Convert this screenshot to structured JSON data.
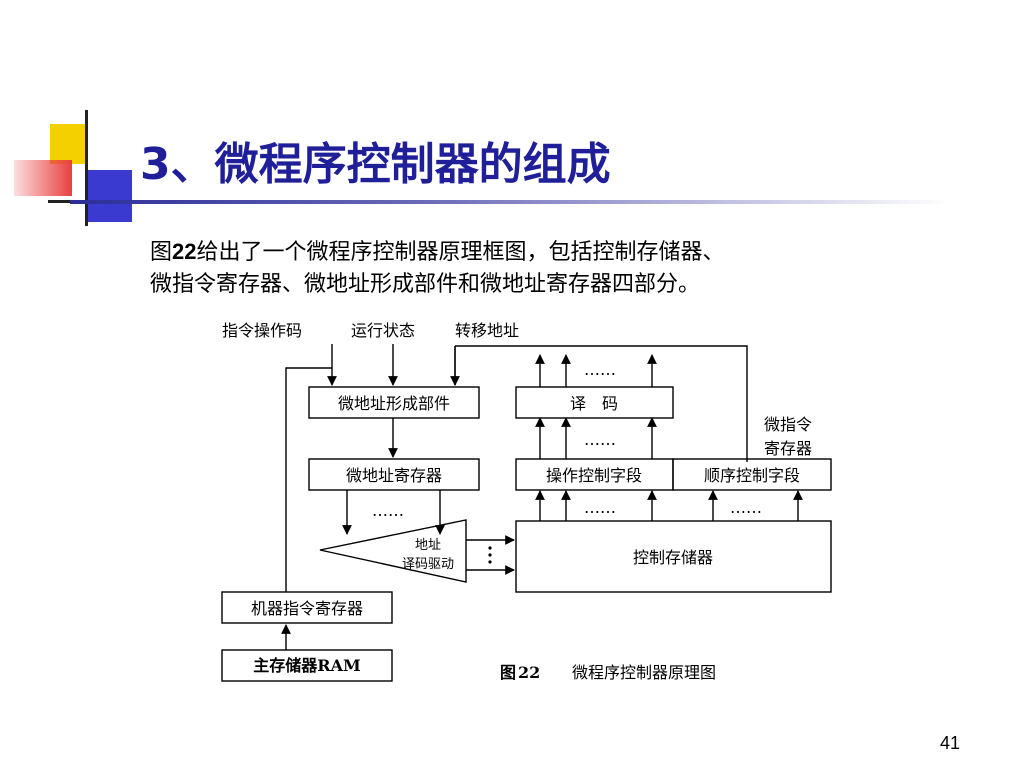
{
  "slide": {
    "title": "3、微程序控制器的组成",
    "intro_line1_prefix": "图",
    "intro_line1_num": "22",
    "intro_line1_rest": "给出了一个微程序控制器原理框图，包括控制存储器、",
    "intro_line2": "微指令寄存器、微地址形成部件和微地址寄存器四部分。",
    "page_number": "41"
  },
  "diagram": {
    "inputs": {
      "opcode": "指令操作码",
      "status": "运行状态",
      "branch_addr": "转移地址"
    },
    "blocks": {
      "addr_gen": "微地址形成部件",
      "addr_reg": "微地址寄存器",
      "decoder": "译　码",
      "op_field": "操作控制字段",
      "seq_field": "顺序控制字段",
      "driver_line1": "地址",
      "driver_line2": "译码驱动",
      "control_store": "控制存储器",
      "ir": "机器指令寄存器",
      "ram": "主存储器RAM"
    },
    "mir_label_line1": "微指令",
    "mir_label_line2": "寄存器",
    "dots": "……",
    "caption_prefix": "图",
    "caption_num": "22",
    "caption_text": "微程序控制器原理图"
  }
}
